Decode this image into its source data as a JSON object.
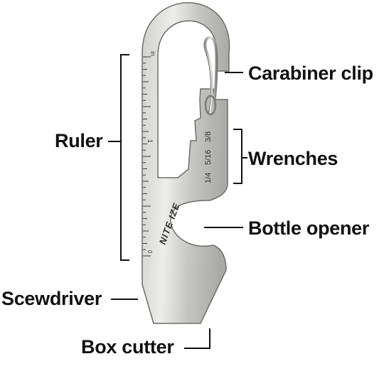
{
  "labels": {
    "carabiner_clip": "Carabiner clip",
    "ruler": "Ruler",
    "wrenches": "Wrenches",
    "bottle_opener": "Bottle opener",
    "screwdriver": "Scewdriver",
    "box_cutter": "Box cutter"
  },
  "tool_markings": {
    "brand": "NITE IZE",
    "ruler_unit": "in",
    "ruler_inch_mark": "1",
    "ruler_zero": "0",
    "wrench_sizes": [
      "1/4",
      "5/16",
      "3/8"
    ]
  },
  "colors": {
    "steel_light": "#e6e6e4",
    "steel_mid": "#b9b9b6",
    "steel_dark": "#6e6e6c",
    "line": "#111111"
  }
}
